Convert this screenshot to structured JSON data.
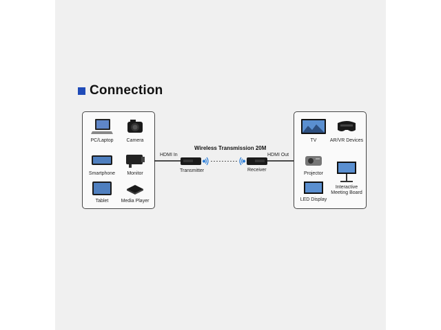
{
  "heading": {
    "title": "Connection",
    "accent_color": "#1f4bb8"
  },
  "left_devices": [
    {
      "label": "PC/Laptop",
      "icon": "laptop-icon"
    },
    {
      "label": "Camera",
      "icon": "camera-icon"
    },
    {
      "label": "Smartphone",
      "icon": "smartphone-icon"
    },
    {
      "label": "Monitor",
      "icon": "monitor-camera-icon"
    },
    {
      "label": "Tablet",
      "icon": "tablet-icon"
    },
    {
      "label": "Media Player",
      "icon": "media-player-icon"
    }
  ],
  "right_devices": [
    {
      "label": "TV",
      "icon": "tv-icon"
    },
    {
      "label": "AR/VR Devices",
      "icon": "vr-headset-icon"
    },
    {
      "label": "Projector",
      "icon": "projector-icon"
    },
    {
      "label": "Interactive\nMeeting Board",
      "icon": "meeting-board-icon"
    },
    {
      "label": "LED Display",
      "icon": "led-display-icon"
    }
  ],
  "link": {
    "title": "Wireless Transmission 20M",
    "hdmi_in": "HDMI In",
    "hdmi_out": "HDMI Out",
    "transmitter": "Transmitter",
    "receiver": "Receiver"
  }
}
